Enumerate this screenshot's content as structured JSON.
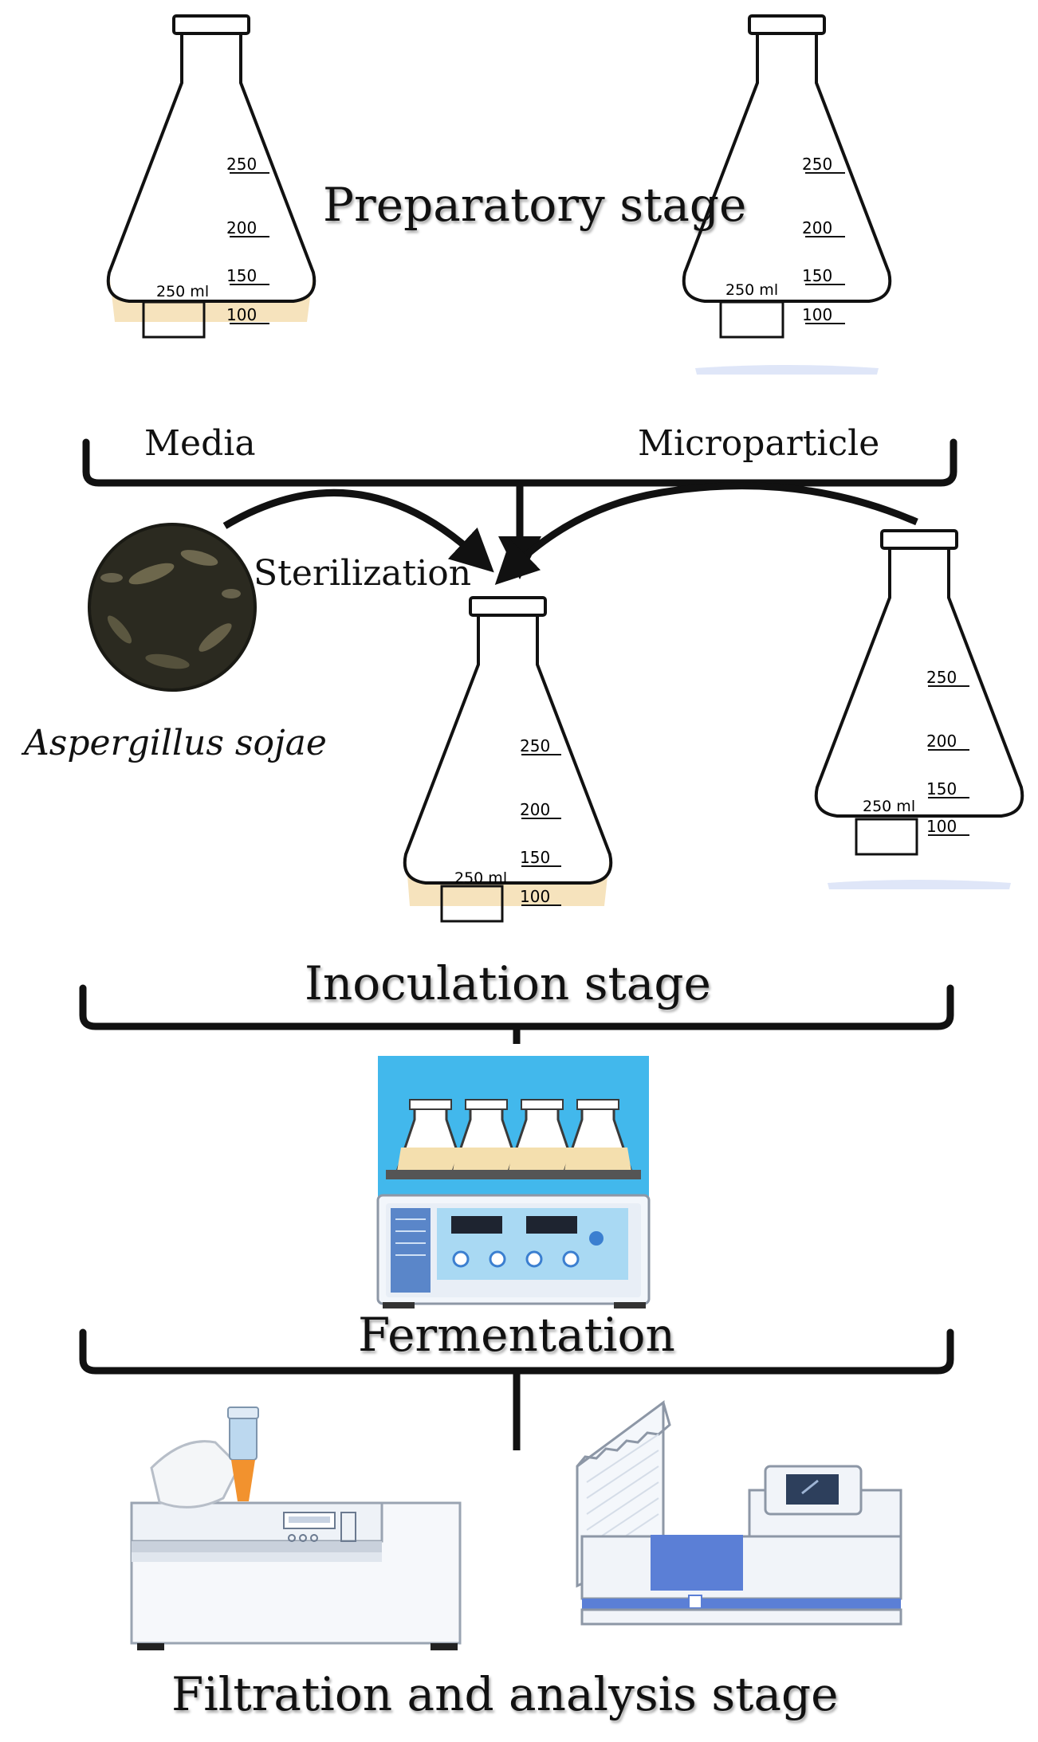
{
  "stages": {
    "preparatory": "Preparatory stage",
    "inoculation": "Inoculation stage",
    "fermentation": "Fermentation",
    "filtration": "Filtration and analysis stage"
  },
  "inputs": {
    "media": "Media",
    "microparticle": "Microparticle",
    "sterilization": "Sterilization",
    "organism": "Aspergillus sojae"
  },
  "flask": {
    "graduations": [
      "250",
      "200",
      "150",
      "100"
    ],
    "volume_label": "250 ml"
  },
  "colors": {
    "media_fill": "#f6e3bd",
    "microparticle_fill": "#dfe6f8",
    "shaker_background": "#42b8ec",
    "analyzer_blue": "#5b7fd6"
  }
}
